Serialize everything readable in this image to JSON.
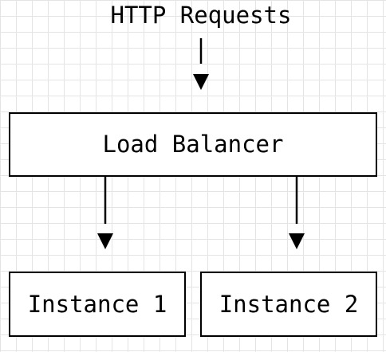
{
  "header": {
    "label": "HTTP Requests"
  },
  "nodes": {
    "load_balancer": "Load Balancer",
    "instance_1": "Instance 1",
    "instance_2": "Instance 2"
  }
}
